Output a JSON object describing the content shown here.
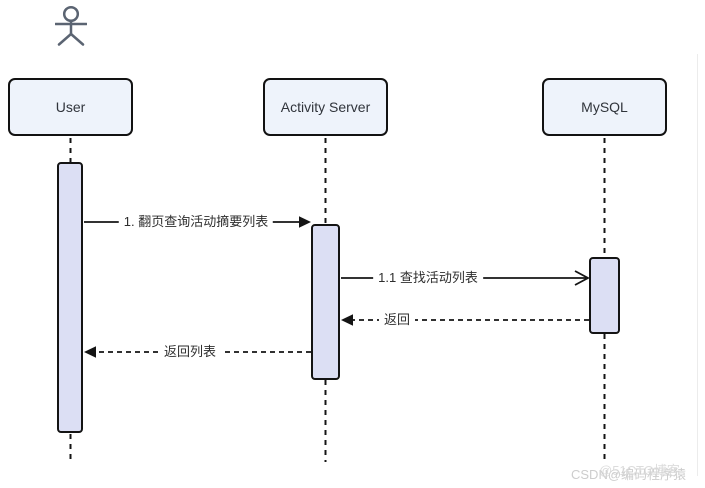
{
  "diagram": {
    "type": "uml-sequence",
    "participants": [
      {
        "id": "user",
        "label": "User"
      },
      {
        "id": "activity-server",
        "label": "Activity Server"
      },
      {
        "id": "mysql",
        "label": "MySQL"
      }
    ],
    "messages": [
      {
        "label": "1. 翻页查询活动摘要列表",
        "from": "User",
        "to": "Activity Server",
        "line": "solid",
        "arrow": "filled",
        "direction": "right"
      },
      {
        "label": "1.1 查找活动列表",
        "from": "Activity Server",
        "to": "MySQL",
        "line": "solid",
        "arrow": "open",
        "direction": "right"
      },
      {
        "label": "返回",
        "from": "MySQL",
        "to": "Activity Server",
        "line": "dashed",
        "arrow": "filled",
        "direction": "left"
      },
      {
        "label": "返回列表",
        "from": "Activity Server",
        "to": "User",
        "line": "dashed",
        "arrow": "filled",
        "direction": "left"
      }
    ],
    "colors": {
      "participant_fill": "#eef3fb",
      "activation_fill": "#dcdff4",
      "line": "#141414",
      "actor_stroke": "#5b6472",
      "watermark": "#cdcdcd"
    }
  },
  "watermark": {
    "back": "CSDN@编码程序猿",
    "front": "@51CTO博客"
  }
}
